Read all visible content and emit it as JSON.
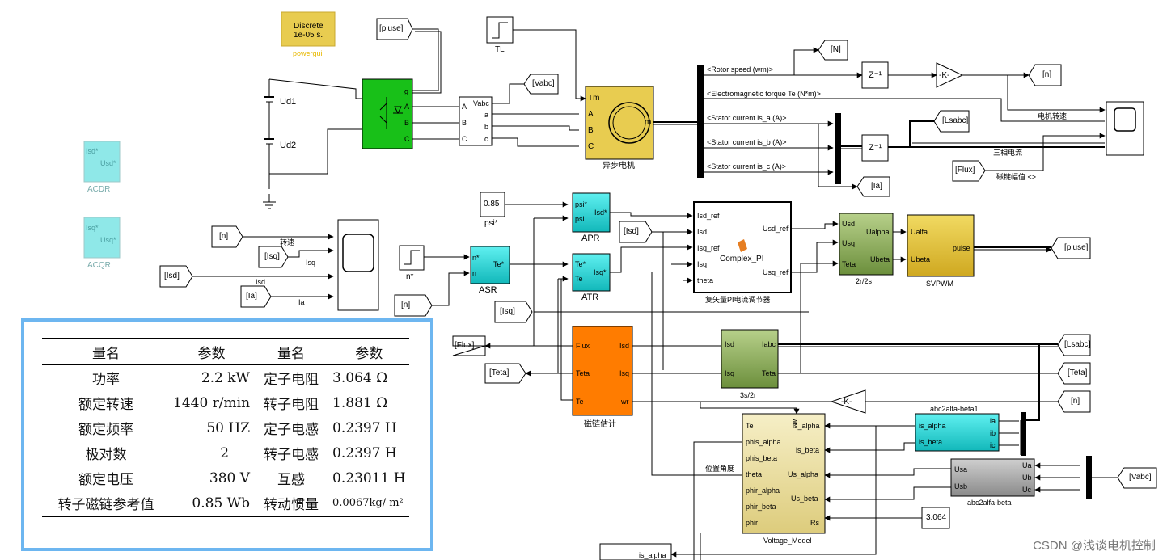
{
  "powergui": {
    "line1": "Discrete",
    "line2": "1e-05 s.",
    "label": "powergui"
  },
  "sources": {
    "ud1": "Ud1",
    "ud2": "Ud2"
  },
  "goto_tags": {
    "pluse_in": "[pluse]",
    "vabc_out": "[Vabc]",
    "n_out": "[N]",
    "n_out2": "[n]",
    "lsabc_out": "[Lsabc]",
    "ia_out": "[Ia]",
    "flux_in": "[Flux]",
    "n_in": "[n]",
    "isq_in": "[Isq]",
    "isd_in": "[Isd]",
    "ia_in": "[Ia]",
    "isd_in2": "[Isd]",
    "n_in2": "[n]",
    "isq_in2": "[Isq]",
    "flux_out": "[Flux]",
    "teta_out": "[Teta]",
    "lsabc_in": "[Lsabc]",
    "teta_in": "[Teta]",
    "n_in3": "[n]",
    "vabc_in": "[Vabc]",
    "pluse_out": "[pluse]"
  },
  "blocks": {
    "tl": "TL",
    "motor": "异步电机",
    "motor_tm": "Tm",
    "motor_m": "m",
    "motor_a": "A",
    "motor_b": "B",
    "motor_c": "C",
    "inverter_g": "g",
    "inverter_a": "A",
    "inverter_b": "B",
    "inverter_c": "C",
    "vm_vabc": "Vabc",
    "vm_A": "A",
    "vm_B": "B",
    "vm_C": "C",
    "vm_a": "a",
    "vm_b": "b",
    "vm_c": "c",
    "z1": "Z⁻¹",
    "z2": "Z⁻¹",
    "gain_k": "-K-",
    "gain_k2": "-K-",
    "acdr": "ACDR",
    "acdr_in": "Isd*",
    "acdr_out": "Usd*",
    "acqr": "ACQR",
    "acqr_in": "Isq*",
    "acqr_out": "Usq*",
    "psi_const": "0.85",
    "psi_label": "psi*",
    "apr": "APR",
    "apr_in1": "psi*",
    "apr_in2": "psi",
    "apr_out": "Isd*",
    "asr": "ASR",
    "asr_in1": "n*",
    "asr_in2": "n",
    "asr_out": "Te*",
    "atr": "ATR",
    "atr_in1": "Te*",
    "atr_in2": "Te",
    "atr_out": "Isq*",
    "step_label": "n*",
    "cpi": "复矢量PI电流调节器",
    "cpi_name": "Complex_PI",
    "cpi_in1": "Isd_ref",
    "cpi_in2": "Isd",
    "cpi_in3": "Isq_ref",
    "cpi_in4": "Isq",
    "cpi_in5": "theta",
    "cpi_out1": "Usd_ref",
    "cpi_out2": "Usq_ref",
    "r2s": "2r/2s",
    "r2s_in1": "Usd",
    "r2s_in2": "Usq",
    "r2s_in3": "Teta",
    "r2s_out1": "Ualpha",
    "r2s_out2": "Ubeta",
    "svpwm": "SVPWM",
    "svpwm_in1": "Ualfa",
    "svpwm_in2": "Ubeta",
    "svpwm_out": "pulse",
    "flux": "磁链估计",
    "flux_out1": "Flux",
    "flux_out2": "Teta",
    "flux_out3": "Te",
    "flux_in1": "Isd",
    "flux_in2": "Isq",
    "flux_in3": "wr",
    "s2r": "3s/2r",
    "s2r_out1": "Isd",
    "s2r_out2": "Isq",
    "s2r_in1": "Iabc",
    "s2r_in2": "Teta",
    "ab1": "abc2alfa-beta1",
    "ab1_out1": "is_alpha",
    "ab1_out2": "is_beta",
    "ab1_in1": "ia",
    "ab1_in2": "ib",
    "ab1_in3": "ic",
    "ab2": "abc2alfa-beta",
    "ab2_out1": "Usa",
    "ab2_out2": "Usb",
    "ab2_in1": "Ua",
    "ab2_in2": "Ub",
    "ab2_in3": "Uc",
    "vm2": "Voltage_Model",
    "vm2_in1": "Te",
    "vm2_in2": "phis_alpha",
    "vm2_in3": "phis_beta",
    "vm2_in4": "theta",
    "vm2_in5": "phir_alpha",
    "vm2_in6": "phir_beta",
    "vm2_in7": "phir",
    "vm2_out1": "is_alpha",
    "vm2_out2": "is_beta",
    "vm2_out3": "Us_alpha",
    "vm2_out4": "Us_beta",
    "vm2_out5": "Rs",
    "vm2_top": "wr",
    "rs_const": "3.064",
    "is_alpha_tag": "is_alpha"
  },
  "bus_signals": {
    "s1": "<Rotor speed (wm)>",
    "s2": "<Electromagnetic torque Te (N*m)>",
    "s3": "<Stator current is_a (A)>",
    "s4": "<Stator current is_b (A)>",
    "s5": "<Stator current is_c (A)>"
  },
  "wire_labels": {
    "motor_speed": "电机转速",
    "three_phase_current": "三相电流",
    "flux_mag": "磁链幅值 <>",
    "speed": "转速",
    "isq": "Isq",
    "isd": "Isd",
    "ia": "Ia",
    "pos_angle": "位置角度"
  },
  "param_table": {
    "headers": [
      "量名",
      "参数",
      "量名",
      "参数"
    ],
    "rows": [
      [
        "功率",
        "2.2 kW",
        "定子电阻",
        "3.064 Ω"
      ],
      [
        "额定转速",
        "1440 r/min",
        "转子电阻",
        "1.881 Ω"
      ],
      [
        "额定频率",
        "50 HZ",
        "定子电感",
        "0.2397 H"
      ],
      [
        "极对数",
        "2",
        "转子电感",
        "0.2397 H"
      ],
      [
        "额定电压",
        "380 V",
        "互感",
        "0.23011 H"
      ],
      [
        "转子磁链参考值",
        "0.85 Wb",
        "转动惯量",
        "0.0067kg/ m²"
      ]
    ]
  },
  "watermark": "CSDN @浅谈电机控制",
  "colors": {
    "inverter": "#18c018",
    "motor": "#e8cc50",
    "cyan": "#1ecfd0",
    "pale_cyan": "#8fe8e8",
    "orange": "#ff7c00",
    "olive": "#8fae5a",
    "svpwm": "#e2c13d",
    "gray": "#a8a8a8",
    "vm_block": "#ece2a2",
    "powergui": "#e8cc50"
  }
}
